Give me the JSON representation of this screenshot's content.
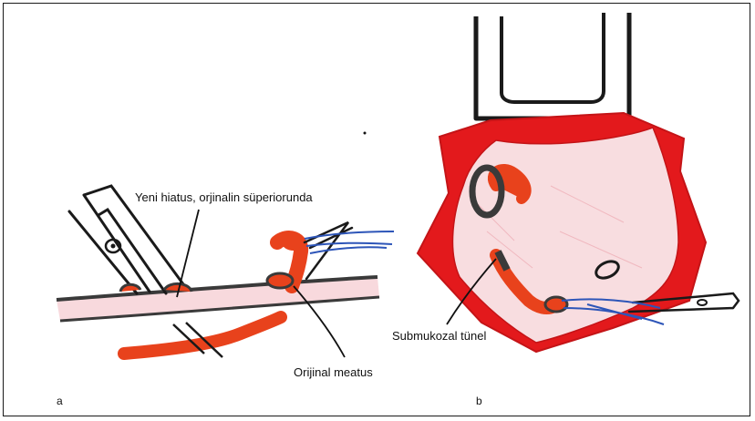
{
  "labels": {
    "new_hiatus": "Yeni hiatus, orjinalin süperiorunda",
    "original_meatus": "Orijinal meatus",
    "submucosal_tunnel": "Submukozal tünel"
  },
  "panels": {
    "a": "a",
    "b": "b"
  },
  "colors": {
    "ureter_red": "#e8421c",
    "bladder_red": "#e3191c",
    "mucosa_pink": "#f6d4d8",
    "suture_blue": "#2d55b8",
    "outline": "#2a2a2a"
  }
}
